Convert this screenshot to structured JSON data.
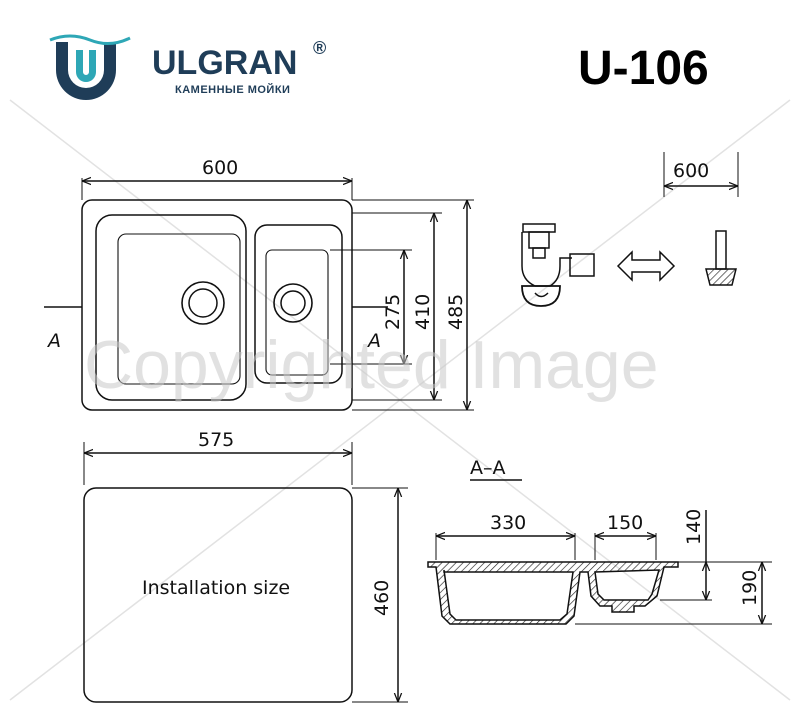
{
  "brand": {
    "name": "ULGRAN",
    "registered": "®",
    "tagline": "КАМЕННЫЕ МОЙКИ",
    "logo_colors": [
      "#1f3d58",
      "#2ea7b6"
    ]
  },
  "model": "U-106",
  "watermark": "Copyrighted Image",
  "top_view": {
    "width_label": "600",
    "depth_labels": [
      "275",
      "410",
      "485"
    ],
    "section_marker": "A"
  },
  "installation": {
    "width_label": "575",
    "depth_label": "460",
    "caption": "Installation size"
  },
  "cabinet": {
    "width_label": "600"
  },
  "section": {
    "title": "A–A",
    "dims": [
      "330",
      "150",
      "140",
      "190"
    ]
  }
}
